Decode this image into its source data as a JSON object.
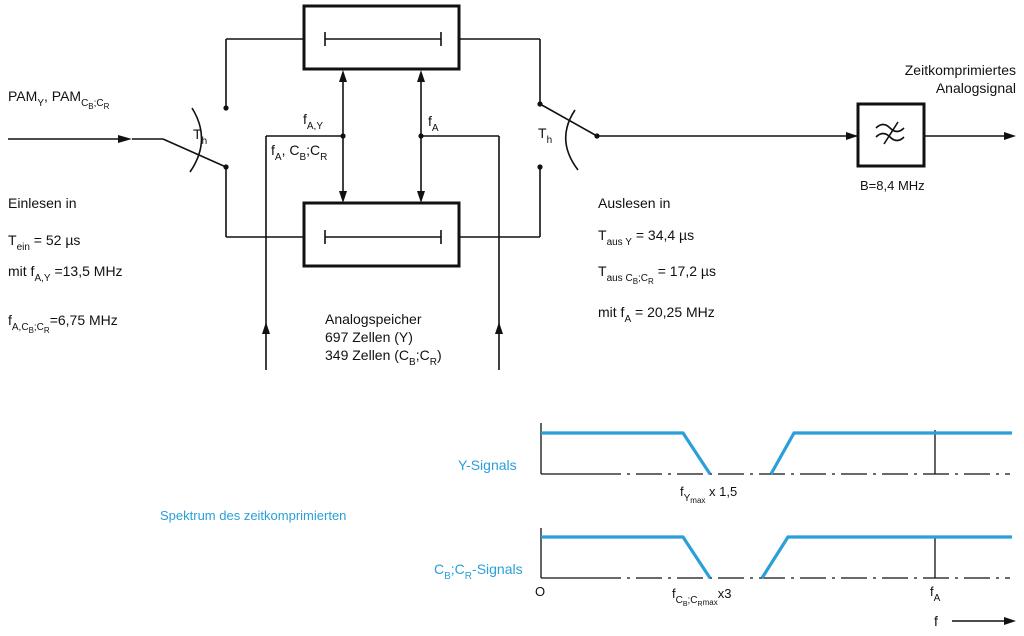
{
  "input": {
    "signals": "PAM",
    "y_sub": "Y",
    "sep": ",  PAM",
    "cbcr_sub": "C",
    "cb_sub": "B",
    "cr_sep": ";C",
    "cr_sub": "R"
  },
  "switch_label": {
    "main": "T",
    "sub": "h"
  },
  "freq_labels": {
    "fa_y": {
      "main": "f",
      "sub": "A,Y"
    },
    "fa_cbcr": {
      "main": "f",
      "sub": "A",
      "rest": ", C",
      "sub2": "B",
      "sep": ";C",
      "sub3": "R"
    },
    "fa": {
      "main": "f",
      "sub": "A"
    }
  },
  "read_in": {
    "title": "Einlesen in",
    "t_ein": {
      "main": "T",
      "sub": "ein",
      "rest": " = 52 µs"
    },
    "f_ay": {
      "prefix": "mit  f",
      "sub": "A,Y",
      "rest": " =13,5 MHz"
    },
    "f_acbcr": {
      "main": "f",
      "sub": "A,C",
      "sub_b": "B",
      "sep": ";C",
      "sub_r": "R",
      "rest": "=6,75 MHz"
    }
  },
  "memory": {
    "title": "Analogspeicher",
    "cells_y": "697 Zellen (Y)",
    "cells_c_prefix": "349 Zellen (C",
    "cells_c_b": "B",
    "cells_c_mid": ";C",
    "cells_c_r": "R",
    "cells_c_end": ")"
  },
  "read_out": {
    "title": "Auslesen in",
    "t_aus_y": {
      "main": "T",
      "sub": "aus Y",
      "rest": " =  34,4 µs"
    },
    "t_aus_c": {
      "main": "T",
      "sub": "aus C",
      "sub_b": "B",
      "sep": ";C",
      "sub_r": "R",
      "rest": " = 17,2 µs"
    },
    "f_a": {
      "prefix": "mit  f",
      "sub": "A",
      "rest": " = 20,25 MHz"
    }
  },
  "output": {
    "title_line1": "Zeitkomprimiertes",
    "title_line2": "Analogsignal",
    "filter_icon": "lowpass-filter-icon",
    "bandwidth": "B=8,4 MHz"
  },
  "spectrum": {
    "caption": "Spektrum des zeitkomprimierten",
    "y_label": "Y-Signals",
    "c_label_main": "C",
    "c_label_b": "B",
    "c_label_mid": ";C",
    "c_label_r": "R",
    "c_label_end": "-Signals",
    "origin": "O",
    "y_marker": {
      "main": "f",
      "sub": "Y",
      "subsub": "max",
      "rest": " x 1,5"
    },
    "c_marker": {
      "main": "f",
      "sub": "C",
      "sub_b": "B",
      "sep": ";C",
      "sub_r": "R",
      "subsub": "max",
      "rest": "x3"
    },
    "fa_marker": {
      "main": "f",
      "sub": "A"
    },
    "f_axis": "f",
    "colors": {
      "spectrum": "#2a9fd8",
      "text_accent": "#2a9fd8",
      "lines": "#111111"
    }
  }
}
